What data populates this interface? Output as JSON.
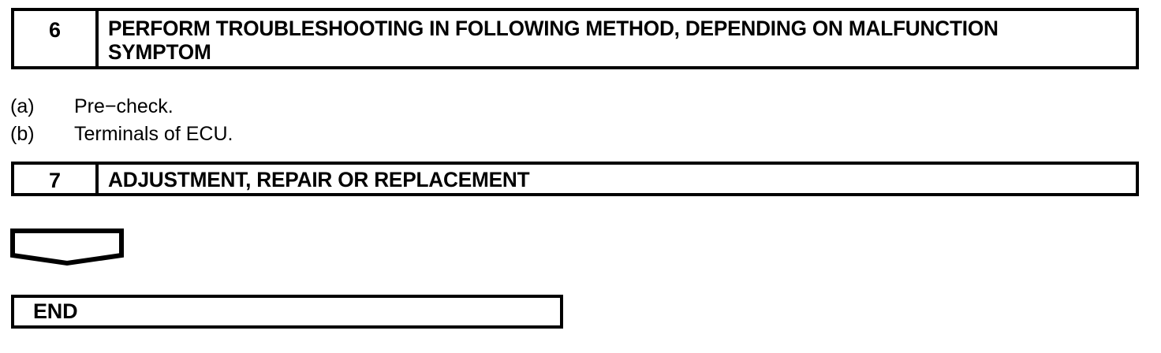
{
  "document": {
    "type": "troubleshooting-flowchart",
    "background_color": "#ffffff",
    "line_color": "#000000"
  },
  "steps": [
    {
      "number": "6",
      "title": "PERFORM TROUBLESHOOTING IN FOLLOWING METHOD, DEPENDING ON MALFUNCTION SYMPTOM"
    },
    {
      "number": "7",
      "title": "ADJUSTMENT, REPAIR OR REPLACEMENT"
    }
  ],
  "sub_items": [
    {
      "marker": "(a)",
      "text": "Pre−check."
    },
    {
      "marker": "(b)",
      "text": "Terminals of ECU."
    }
  ],
  "connector": {
    "name": "down-arrow",
    "shape": "pentagon-arrow-down"
  },
  "terminator": {
    "label": "END"
  }
}
